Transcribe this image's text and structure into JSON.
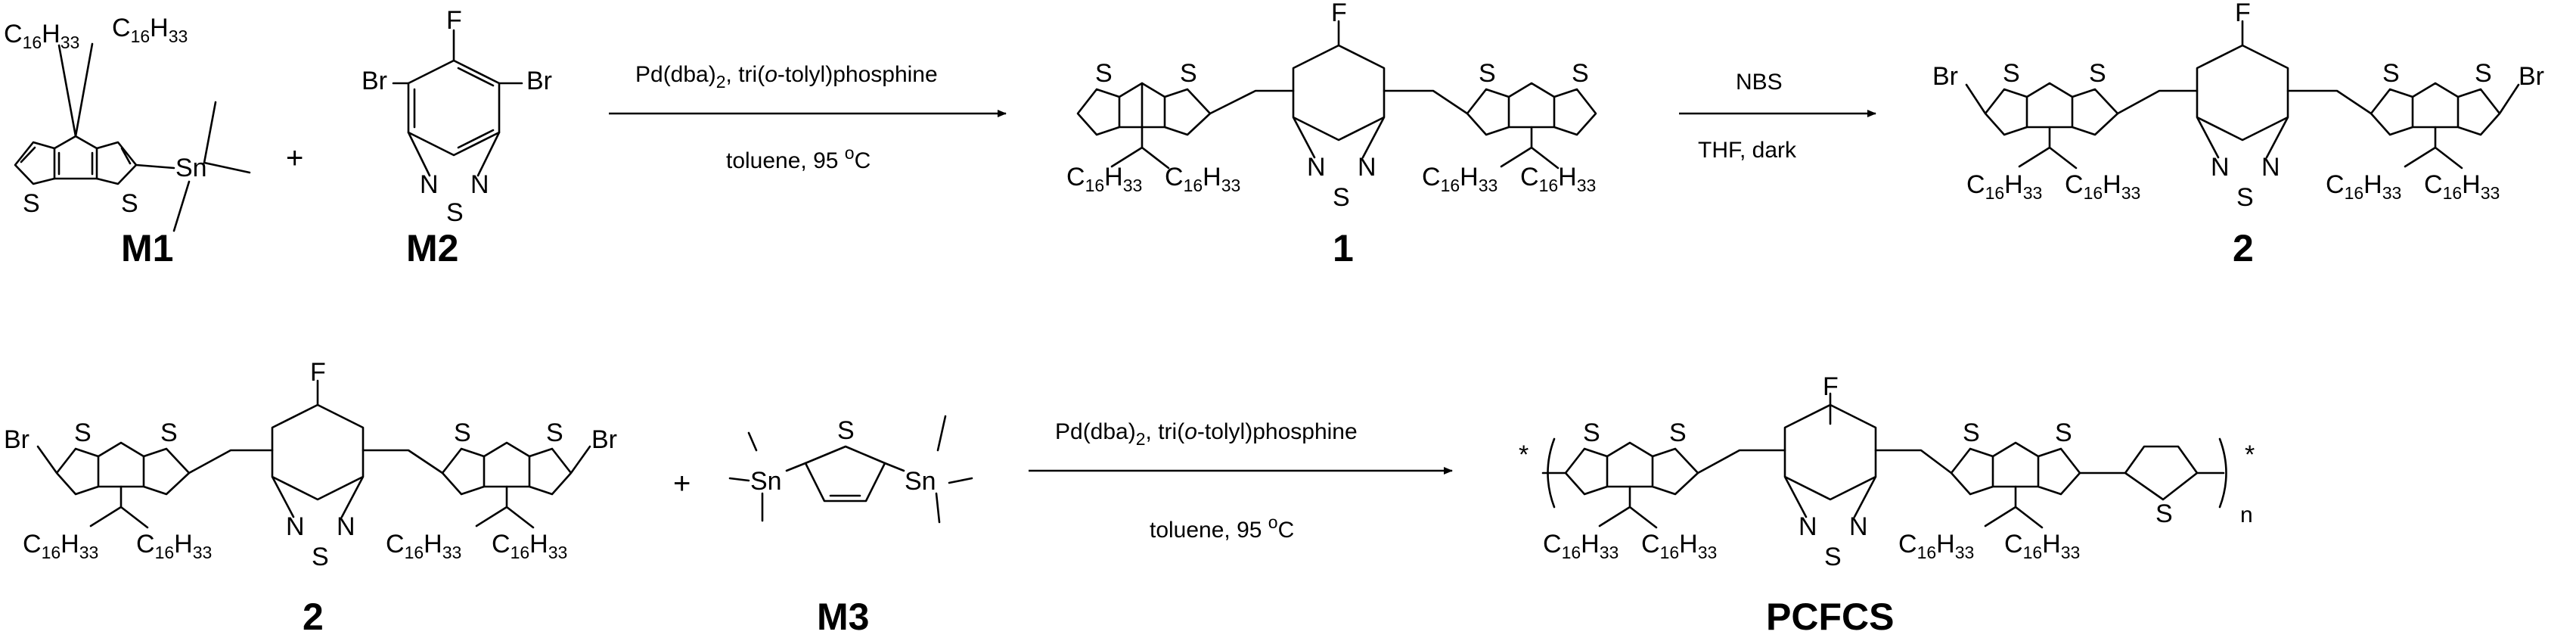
{
  "atoms": {
    "S": "S",
    "N": "N",
    "F": "F",
    "Br": "Br",
    "Sn": "Sn",
    "star": "*",
    "n": "n"
  },
  "alkyl": {
    "C": "C",
    "count": "16",
    "H": "H",
    "hcount": "33"
  },
  "compounds": {
    "m1": "M1",
    "m2": "M2",
    "p1": "1",
    "p2": "2",
    "m3": "M3",
    "polymer": "PCFCS"
  },
  "plus_sign": "+",
  "reactions": {
    "r1": {
      "catalyst": {
        "a": "Pd(dba)",
        "b": "2",
        "c": ", tri(",
        "d": "o",
        "e": "-tolyl)phosphine"
      },
      "conditions": {
        "a": "toluene, 95 ",
        "b": "o",
        "c": "C"
      }
    },
    "r2": {
      "reagent": "NBS",
      "conditions": "THF, dark"
    },
    "r3": {
      "catalyst": {
        "a": "Pd(dba)",
        "b": "2",
        "c": ", tri(",
        "d": "o",
        "e": "-tolyl)phosphine"
      },
      "conditions": {
        "a": "toluene, 95 ",
        "b": "o",
        "c": "C"
      }
    }
  }
}
